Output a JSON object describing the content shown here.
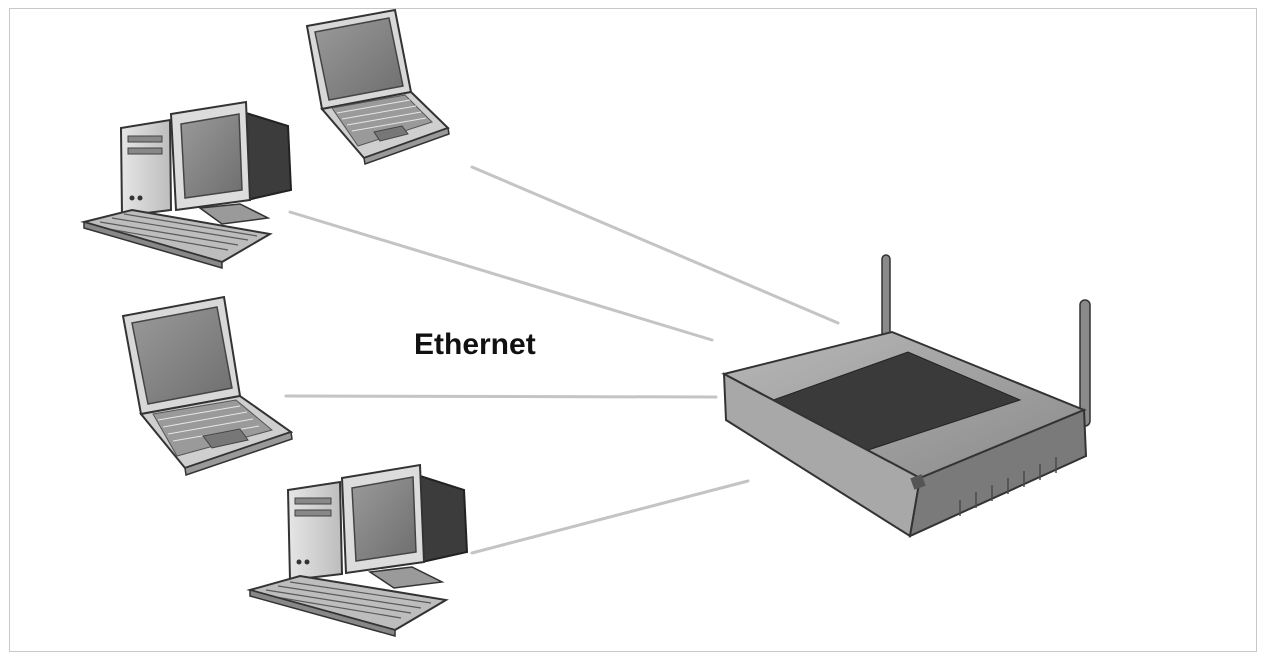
{
  "diagram": {
    "label": "Ethernet",
    "nodes": [
      {
        "name": "laptop-top",
        "kind": "laptop"
      },
      {
        "name": "desktop-upper",
        "kind": "desktop"
      },
      {
        "name": "laptop-middle",
        "kind": "laptop"
      },
      {
        "name": "desktop-lower",
        "kind": "desktop"
      },
      {
        "name": "router",
        "kind": "router"
      }
    ],
    "link_color": "#c4c4c4"
  }
}
